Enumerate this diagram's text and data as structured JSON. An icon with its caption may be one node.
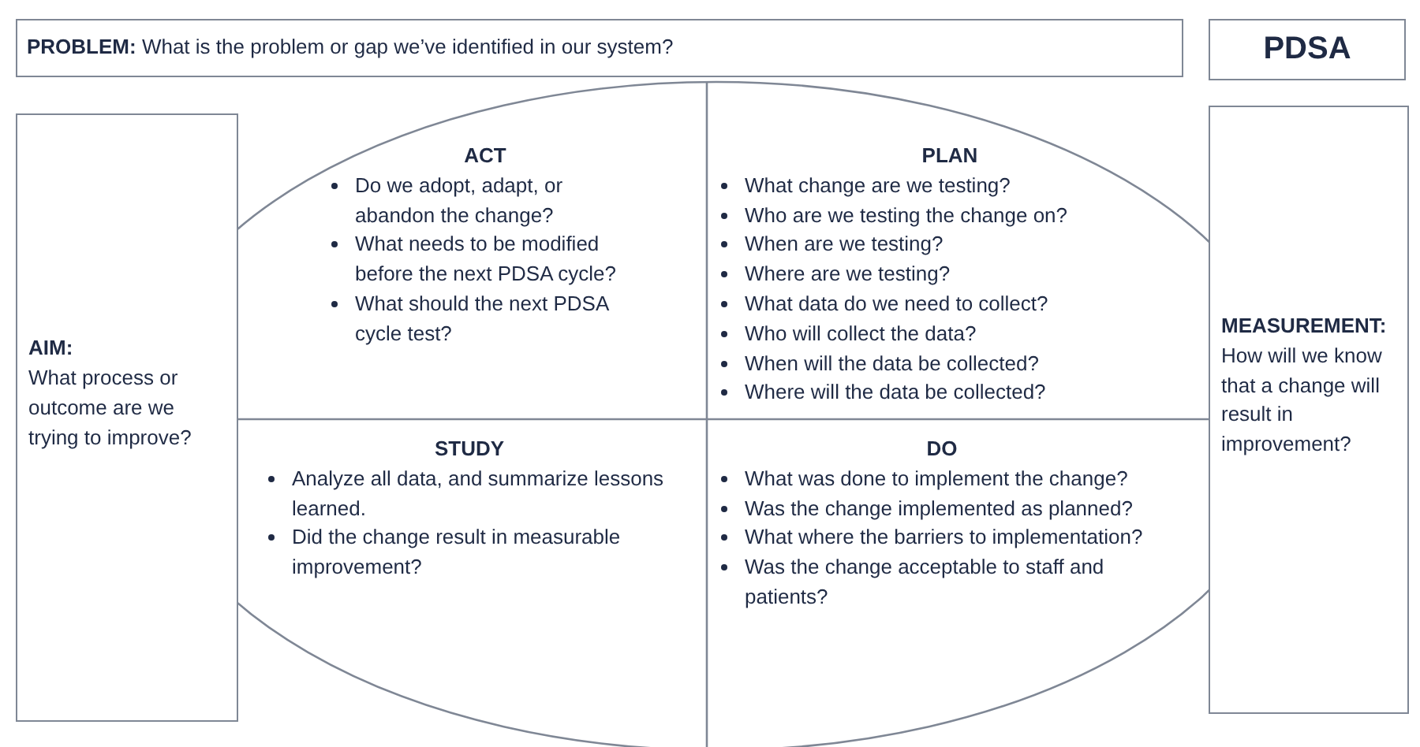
{
  "diagram": {
    "nodes": [
      {
        "text": [
          "**PROBLEM:** What is the problem or gap we’ve identified in our system?"
        ]
      },
      {
        "text": [
          "PDSA"
        ]
      },
      {
        "text": [
          "AIM:",
          "What process or outcome are we trying to improve?"
        ]
      },
      {
        "text": [
          "ACT",
          "Do we adopt, adapt, or abandon the change?",
          "What needs to be modified before the next PDSA cycle?",
          "What should the next PDSA cycle test?"
        ]
      },
      {
        "text": [
          "PLAN",
          "What change are we testing?",
          "Who are we testing the change on?",
          "When are we testing?",
          "Where are we testing?",
          "What data do we need to collect?",
          "Who will collect the data?",
          "When will the data be collected?",
          "Where will the data be collected?"
        ]
      },
      {
        "text": [
          "STUDY",
          "Analyze all data, and summarize lessons learned.",
          "Did the change result in measurable improvement?"
        ]
      },
      {
        "text": [
          "DO",
          "What was done to implement the change?",
          "Was the change implemented as planned?",
          "What where the barriers to implementation?",
          "Was the change acceptable to staff and patients?"
        ]
      },
      {
        "text": [
          "MEASUREMENT:",
          "How will we know that a change will result in improvement?"
        ]
      }
    ],
    "edges": []
  }
}
